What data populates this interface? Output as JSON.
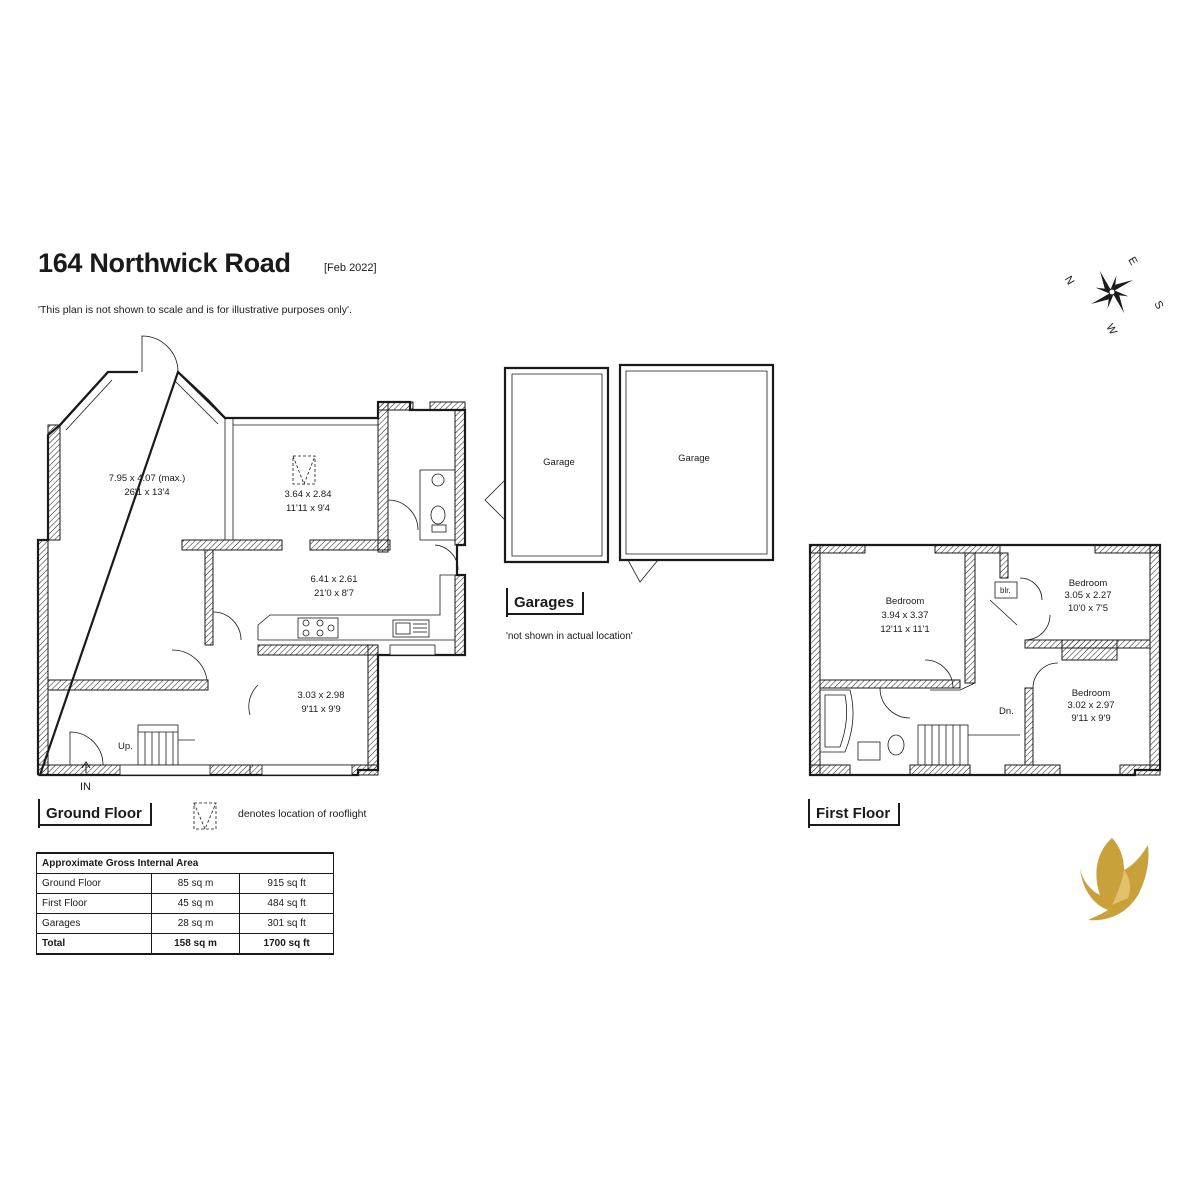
{
  "header": {
    "title": "164 Northwick Road",
    "date": "[Feb 2022]",
    "disclaimer": "'This plan is not shown to scale and is for illustrative purposes only'."
  },
  "compass": {
    "n": "N",
    "e": "E",
    "s": "S",
    "w": "W"
  },
  "ground_floor": {
    "label": "Ground Floor",
    "rooms": {
      "living": {
        "line1": "7.95 x 4.07 (max.)",
        "line2": "26'1 x 13'4"
      },
      "conservatory": {
        "line1": "3.64 x 2.84",
        "line2": "11'11 x 9'4"
      },
      "kitchen": {
        "line1": "6.41 x 2.61",
        "line2": "21'0 x 8'7"
      },
      "front_room": {
        "line1": "3.03 x 2.98",
        "line2": "9'11 x 9'9"
      }
    },
    "stairs_label": "Up.",
    "entrance_label": "IN"
  },
  "garages": {
    "label": "Garages",
    "note": "'not shown in actual location'",
    "garage1": "Garage",
    "garage2": "Garage"
  },
  "first_floor": {
    "label": "First Floor",
    "rooms": {
      "bed1": {
        "name": "Bedroom",
        "line1": "3.94 x 3.37",
        "line2": "12'11 x 11'1"
      },
      "bed2": {
        "name": "Bedroom",
        "line1": "3.05 x 2.27",
        "line2": "10'0 x 7'5"
      },
      "bed3": {
        "name": "Bedroom",
        "line1": "3.02 x 2.97",
        "line2": "9'11 x 9'9"
      }
    },
    "boiler_label": "blr.",
    "stairs_label": "Dn."
  },
  "legend": {
    "rooflight": "denotes location of rooflight"
  },
  "area_table": {
    "heading": "Approximate Gross Internal Area",
    "rows": [
      {
        "name": "Ground Floor",
        "sqm": "85 sq m",
        "sqft": "915 sq ft"
      },
      {
        "name": "First Floor",
        "sqm": "45 sq m",
        "sqft": "484 sq ft"
      },
      {
        "name": "Garages",
        "sqm": "28 sq m",
        "sqft": "301 sq ft"
      }
    ],
    "total": {
      "name": "Total",
      "sqm": "158 sq m",
      "sqft": "1700 sq ft"
    }
  },
  "colors": {
    "logo_gold": "#c9a13a",
    "line": "#1a1a1a"
  },
  "logo_icon": "gold-bird-logo"
}
